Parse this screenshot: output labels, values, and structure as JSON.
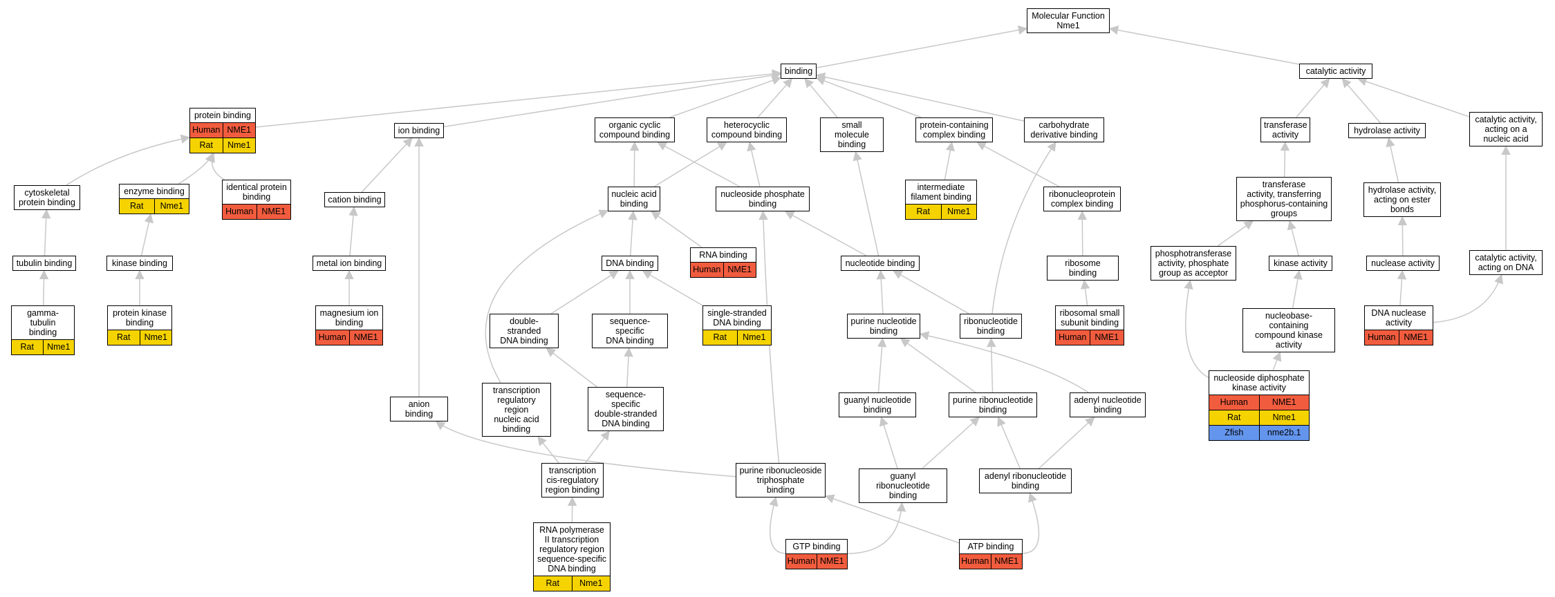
{
  "colors": {
    "human": "#f25c3e",
    "rat": "#f5d300",
    "zfish": "#6495ed",
    "edge": "#c8c8c8"
  },
  "nodes": {
    "mf": {
      "label": "Molecular Function\nNme1"
    },
    "binding": {
      "label": "binding"
    },
    "catalytic": {
      "label": "catalytic activity"
    },
    "protein_binding": {
      "label": "protein binding",
      "species": [
        {
          "org": "Human",
          "gene": "NME1",
          "color": "human"
        },
        {
          "org": "Rat",
          "gene": "Nme1",
          "color": "rat"
        }
      ]
    },
    "ion_binding": {
      "label": "ion binding"
    },
    "organic_cyclic": {
      "label": "organic cyclic\ncompound binding"
    },
    "heterocyclic": {
      "label": "heterocyclic\ncompound binding"
    },
    "small_molecule": {
      "label": "small molecule\nbinding"
    },
    "protein_complex": {
      "label": "protein-containing\ncomplex binding"
    },
    "carbohydrate": {
      "label": "carbohydrate\nderivative binding"
    },
    "transferase": {
      "label": "transferase\nactivity"
    },
    "hydrolase": {
      "label": "hydrolase activity"
    },
    "cat_nucleic": {
      "label": "catalytic activity,\nacting on a\nnucleic acid"
    },
    "cytoskeletal": {
      "label": "cytoskeletal\nprotein binding"
    },
    "enzyme_binding": {
      "label": "enzyme binding",
      "species": [
        {
          "org": "Rat",
          "gene": "Nme1",
          "color": "rat"
        }
      ]
    },
    "identical_protein": {
      "label": "identical protein\nbinding",
      "species": [
        {
          "org": "Human",
          "gene": "NME1",
          "color": "human"
        }
      ]
    },
    "cation_binding": {
      "label": "cation binding"
    },
    "nucleic_acid": {
      "label": "nucleic acid\nbinding"
    },
    "nucleoside_phosphate": {
      "label": "nucleoside phosphate\nbinding"
    },
    "intermediate_filament": {
      "label": "intermediate\nfilament binding",
      "species": [
        {
          "org": "Rat",
          "gene": "Nme1",
          "color": "rat"
        }
      ]
    },
    "ribonucleoprotein": {
      "label": "ribonucleoprotein\ncomplex binding"
    },
    "transferase_phospho": {
      "label": "transferase\nactivity, transferring\nphosphorus-containing\ngroups"
    },
    "hydrolase_ester": {
      "label": "hydrolase activity,\nacting on ester\nbonds"
    },
    "tubulin": {
      "label": "tubulin binding"
    },
    "kinase_binding": {
      "label": "kinase binding"
    },
    "metal_ion": {
      "label": "metal ion binding"
    },
    "dna_binding": {
      "label": "DNA binding"
    },
    "rna_binding": {
      "label": "RNA binding",
      "species": [
        {
          "org": "Human",
          "gene": "NME1",
          "color": "human"
        }
      ]
    },
    "nucleotide_binding": {
      "label": "nucleotide binding"
    },
    "ribosome_binding": {
      "label": "ribosome binding"
    },
    "phosphotransferase": {
      "label": "phosphotransferase\nactivity, phosphate\ngroup as acceptor"
    },
    "kinase_activity": {
      "label": "kinase activity"
    },
    "nuclease": {
      "label": "nuclease activity"
    },
    "cat_dna": {
      "label": "catalytic activity,\nacting on DNA"
    },
    "gamma_tubulin": {
      "label": "gamma-tubulin\nbinding",
      "species": [
        {
          "org": "Rat",
          "gene": "Nme1",
          "color": "rat"
        }
      ]
    },
    "protein_kinase": {
      "label": "protein kinase\nbinding",
      "species": [
        {
          "org": "Rat",
          "gene": "Nme1",
          "color": "rat"
        }
      ]
    },
    "magnesium": {
      "label": "magnesium ion\nbinding",
      "species": [
        {
          "org": "Human",
          "gene": "NME1",
          "color": "human"
        }
      ]
    },
    "ds_dna": {
      "label": "double-stranded\nDNA binding"
    },
    "seq_dna": {
      "label": "sequence-specific\nDNA binding"
    },
    "ss_dna": {
      "label": "single-stranded\nDNA binding",
      "species": [
        {
          "org": "Rat",
          "gene": "Nme1",
          "color": "rat"
        }
      ]
    },
    "purine_nucleotide": {
      "label": "purine nucleotide\nbinding"
    },
    "ribonucleotide": {
      "label": "ribonucleotide\nbinding"
    },
    "ribosomal_small": {
      "label": "ribosomal small\nsubunit binding",
      "species": [
        {
          "org": "Human",
          "gene": "NME1",
          "color": "human"
        }
      ]
    },
    "nucleobase_kinase": {
      "label": "nucleobase-containing\ncompound kinase\nactivity"
    },
    "dna_nuclease": {
      "label": "DNA nuclease\nactivity",
      "species": [
        {
          "org": "Human",
          "gene": "NME1",
          "color": "human"
        }
      ]
    },
    "nucleoside_diphosphate": {
      "label": "nucleoside diphosphate\nkinase activity",
      "species": [
        {
          "org": "Human",
          "gene": "NME1",
          "color": "human"
        },
        {
          "org": "Rat",
          "gene": "Nme1",
          "color": "rat"
        },
        {
          "org": "Zfish",
          "gene": "nme2b.1",
          "color": "zfish"
        }
      ]
    },
    "anion": {
      "label": "anion binding"
    },
    "tx_reg": {
      "label": "transcription\nregulatory region\nnucleic acid\nbinding"
    },
    "seq_ds_dna": {
      "label": "sequence-specific\ndouble-stranded\nDNA binding"
    },
    "guanyl_nt": {
      "label": "guanyl nucleotide\nbinding"
    },
    "purine_ribonucleotide": {
      "label": "purine ribonucleotide\nbinding"
    },
    "adenyl_nt": {
      "label": "adenyl nucleotide\nbinding"
    },
    "tx_cis": {
      "label": "transcription\ncis-regulatory\nregion binding"
    },
    "purine_ribonucleoside_tp": {
      "label": "purine ribonucleoside\ntriphosphate\nbinding"
    },
    "guanyl_ribo": {
      "label": "guanyl ribonucleotide\nbinding"
    },
    "adenyl_ribo": {
      "label": "adenyl ribonucleotide\nbinding"
    },
    "rna_pol": {
      "label": "RNA polymerase\nII transcription\nregulatory region\nsequence-specific\nDNA binding",
      "species": [
        {
          "org": "Rat",
          "gene": "Nme1",
          "color": "rat"
        }
      ]
    },
    "gtp": {
      "label": "GTP binding",
      "species": [
        {
          "org": "Human",
          "gene": "NME1",
          "color": "human"
        }
      ]
    },
    "atp": {
      "label": "ATP binding",
      "species": [
        {
          "org": "Human",
          "gene": "NME1",
          "color": "human"
        }
      ]
    }
  }
}
